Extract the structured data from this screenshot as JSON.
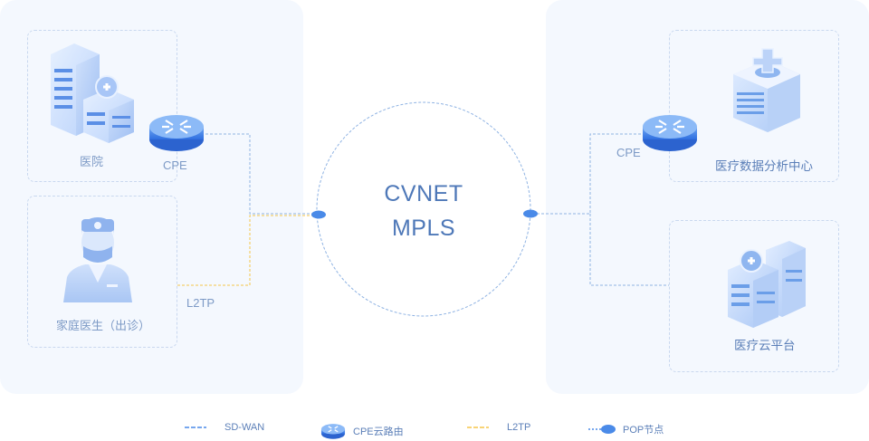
{
  "nodes": {
    "hospital": "医院",
    "family_doctor": "家庭医生（出诊）",
    "data_center": "医疗数据分析中心",
    "cloud_platform": "医疗云平台",
    "cpe_left": "CPE",
    "cpe_right": "CPE",
    "l2tp_label": "L2TP"
  },
  "center": {
    "line1": "CVNET",
    "line2": "MPLS"
  },
  "legend": {
    "sdwan": "SD-WAN",
    "cpe_router": "CPE云路由",
    "l2tp": "L2TP",
    "pop": "POP节点"
  },
  "colors": {
    "sdwan_line": "#8fb3e3",
    "l2tp_line": "#f5c64a",
    "accent": "#4a8ae8",
    "panel_bg": "#f4f8fe"
  }
}
